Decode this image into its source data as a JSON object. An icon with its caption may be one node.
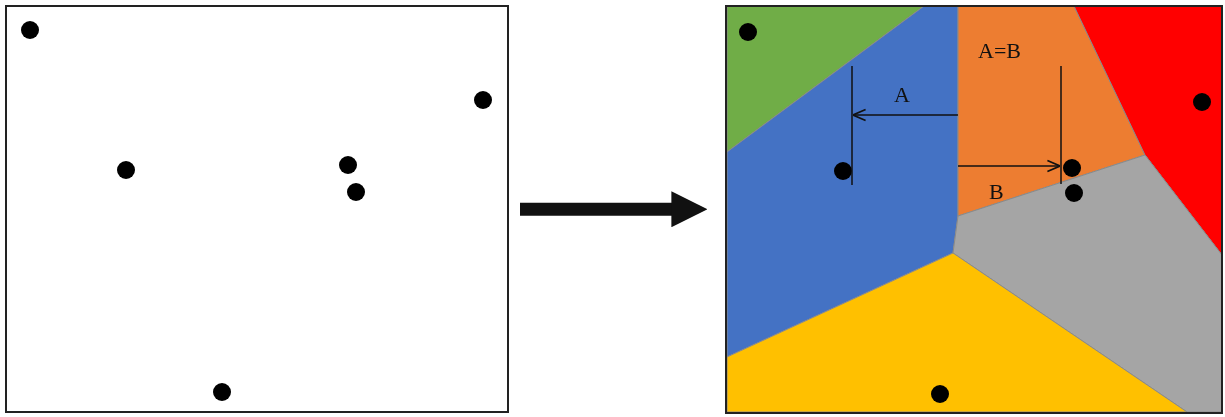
{
  "diagram": {
    "nodes": [
      {
        "text": [],
        "shape": "box"
      },
      {
        "text": [],
        "shape": "box"
      }
    ],
    "edges": [
      {
        "from": 0,
        "to": 1,
        "arrow": "to"
      }
    ],
    "labels": [
      "A=B",
      "A",
      "B"
    ]
  }
}
